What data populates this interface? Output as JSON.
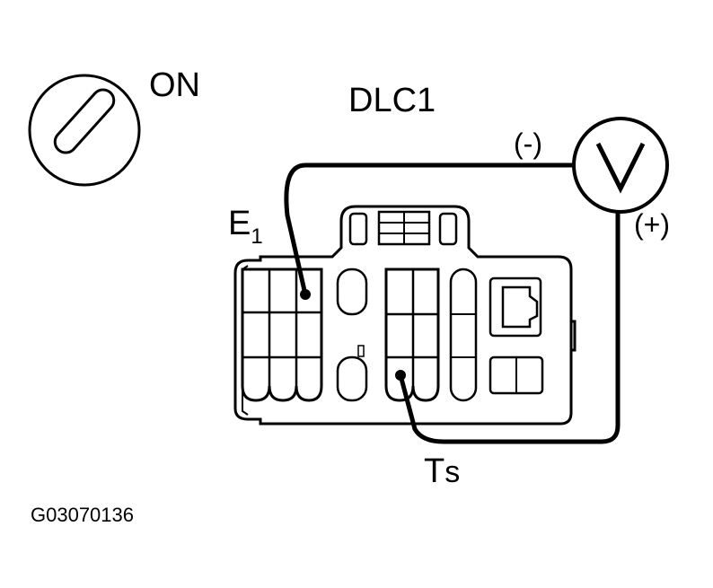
{
  "ignition": {
    "label": "ON"
  },
  "connector": {
    "title": "DLC1",
    "terminal_e": {
      "main": "E",
      "sub": "1"
    },
    "terminal_ts": {
      "main": "T",
      "sub": "s"
    }
  },
  "voltmeter": {
    "symbol": "V",
    "neg_label": "(-)",
    "pos_label": "(+)"
  },
  "figure_code": "G03070136"
}
